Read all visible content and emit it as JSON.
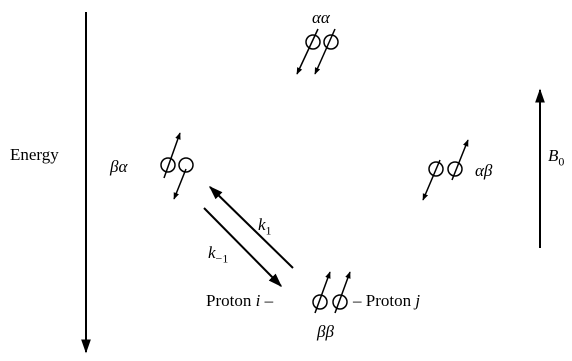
{
  "energy_label": "Energy",
  "field_label": {
    "symbol": "B",
    "subscript": "0"
  },
  "states": {
    "aa": "αα",
    "ba": "βα",
    "ab": "αβ",
    "bb": "ββ"
  },
  "rates": {
    "forward": {
      "symbol": "k",
      "subscript": "1"
    },
    "reverse": {
      "symbol": "k",
      "subscript": "−1"
    }
  },
  "protons": {
    "left_prefix": "Proton ",
    "left_var": "i",
    "left_dash": " –",
    "right_dash": "– ",
    "right_prefix": "Proton ",
    "right_var": "j"
  }
}
